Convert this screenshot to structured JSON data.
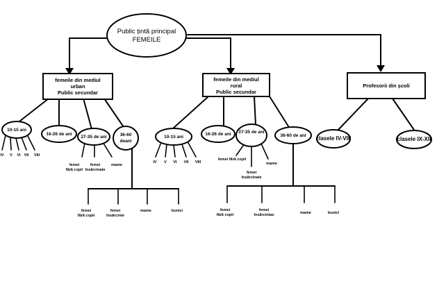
{
  "root": {
    "line1": "Public țintă principal",
    "line2": "FEMEILE"
  },
  "urban": {
    "box": {
      "line1": "femeile din mediul",
      "line2": "urban",
      "line3": "Public secundar"
    },
    "ages": {
      "a1": "10-15 ani",
      "a2": "16-26 de ani",
      "a3": "27-35 de ani",
      "a4_line1": "36-60",
      "a4_line2": "deani"
    },
    "grades": [
      "IV",
      "V",
      "VI",
      "VII",
      "VIII"
    ],
    "sub27": {
      "c1_line1": "femei",
      "c1_line2": "fără copii",
      "c2_line1": "femei",
      "c2_line2": "însărcinate",
      "c3": "mame"
    },
    "bottom": {
      "c1_line1": "femei",
      "c1_line2": "fără copii",
      "c2_line1": "femei",
      "c2_line2": "însărcinte",
      "c3": "mame",
      "c4": "bunici"
    }
  },
  "rural": {
    "box": {
      "line1": "femeile din mediul",
      "line2": "rural",
      "line3": "Public secundar"
    },
    "ages": {
      "a1": "10-15 ani",
      "a2": "16-26 de ani",
      "a3": "27-35 de ani",
      "a4": "36-60 de ani"
    },
    "grades": [
      "IV",
      "V",
      "VI",
      "VII",
      "VIII"
    ],
    "sub27": {
      "c1": "femei fără copii",
      "c2_line1": "femei",
      "c2_line2": "însărcinate",
      "c3": "mame"
    },
    "bottom": {
      "c1_line1": "femei",
      "c1_line2": "fără copii",
      "c2_line1": "femei",
      "c2_line2": "însărcintae",
      "c3": "mame",
      "c4": "bunici"
    }
  },
  "teachers": {
    "box": "Profesorii din școli",
    "c1": "clasele IV-VIII",
    "c2": "clasele IX-XII"
  }
}
